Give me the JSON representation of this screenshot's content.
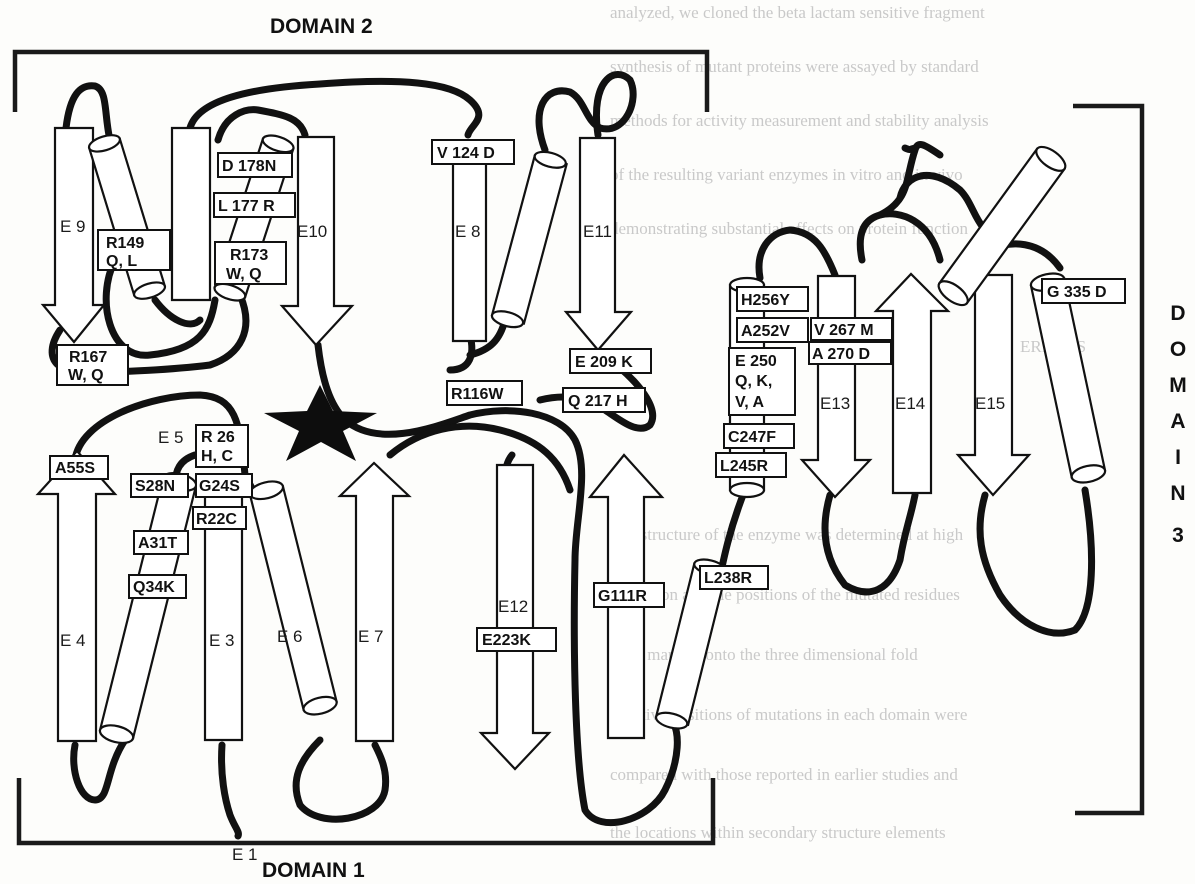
{
  "domains": {
    "domain1": "DOMAIN  1",
    "domain2": "DOMAIN  2",
    "domain3_letters": [
      "D",
      "O",
      "M",
      "A",
      "I",
      "N",
      "3"
    ]
  },
  "strands": {
    "E1": "E 1",
    "E3": "E 3",
    "E4": "E 4",
    "E5": "E 5",
    "E6": "E 6",
    "E7": "E 7",
    "E8": "E 8",
    "E9": "E 9",
    "E10": "E10",
    "E11": "E11",
    "E12": "E12",
    "E13": "E13",
    "E14": "E14",
    "E15": "E15"
  },
  "mutations": {
    "A55S": "A55S",
    "S28N": "S28N",
    "G24S": "G24S",
    "R22C": "R22C",
    "A31T": "A31T",
    "Q34K": "Q34K",
    "R26": [
      "R 26",
      "H, C"
    ],
    "R167": [
      "R167",
      "W, Q"
    ],
    "R149": [
      "R149",
      "Q, L"
    ],
    "R173": [
      "R173",
      "W, Q"
    ],
    "D178N": "D 178N",
    "L177R": "L 177 R",
    "V124D": "V 124 D",
    "R116W": "R116W",
    "E209K": "E 209 K",
    "Q217H": "Q 217 H",
    "E223K": "E223K",
    "G111R": "G111R",
    "H256Y": "H256Y",
    "A252V": "A252V",
    "E250": [
      "E 250",
      "Q, K,",
      "V, A"
    ],
    "C247F": "C247F",
    "L245R": "L245R",
    "L238R": "L238R",
    "V267M": "V 267 M",
    "A270D": "A 270 D",
    "G335D": "G 335 D"
  },
  "background_text": [
    "analyzed, we cloned the beta lactam sensitive fragment",
    "synthesis of mutant proteins were assayed by standard",
    "methods for activity measurement and stability analysis",
    "of the resulting variant enzymes in vitro and in vivo",
    "demonstrating substantial effects on protein function",
    "ERRORS",
    "The structure of the enzyme was determined at high",
    "resolution and the positions of the mutated residues",
    "were mapped onto the three dimensional fold",
    "Relative positions of mutations in each domain were",
    "compared with those reported in earlier studies and",
    "the locations within secondary structure elements"
  ],
  "colors": {
    "ink": "#111111",
    "paper": "#fdfdfb",
    "box": "#ffffff"
  }
}
